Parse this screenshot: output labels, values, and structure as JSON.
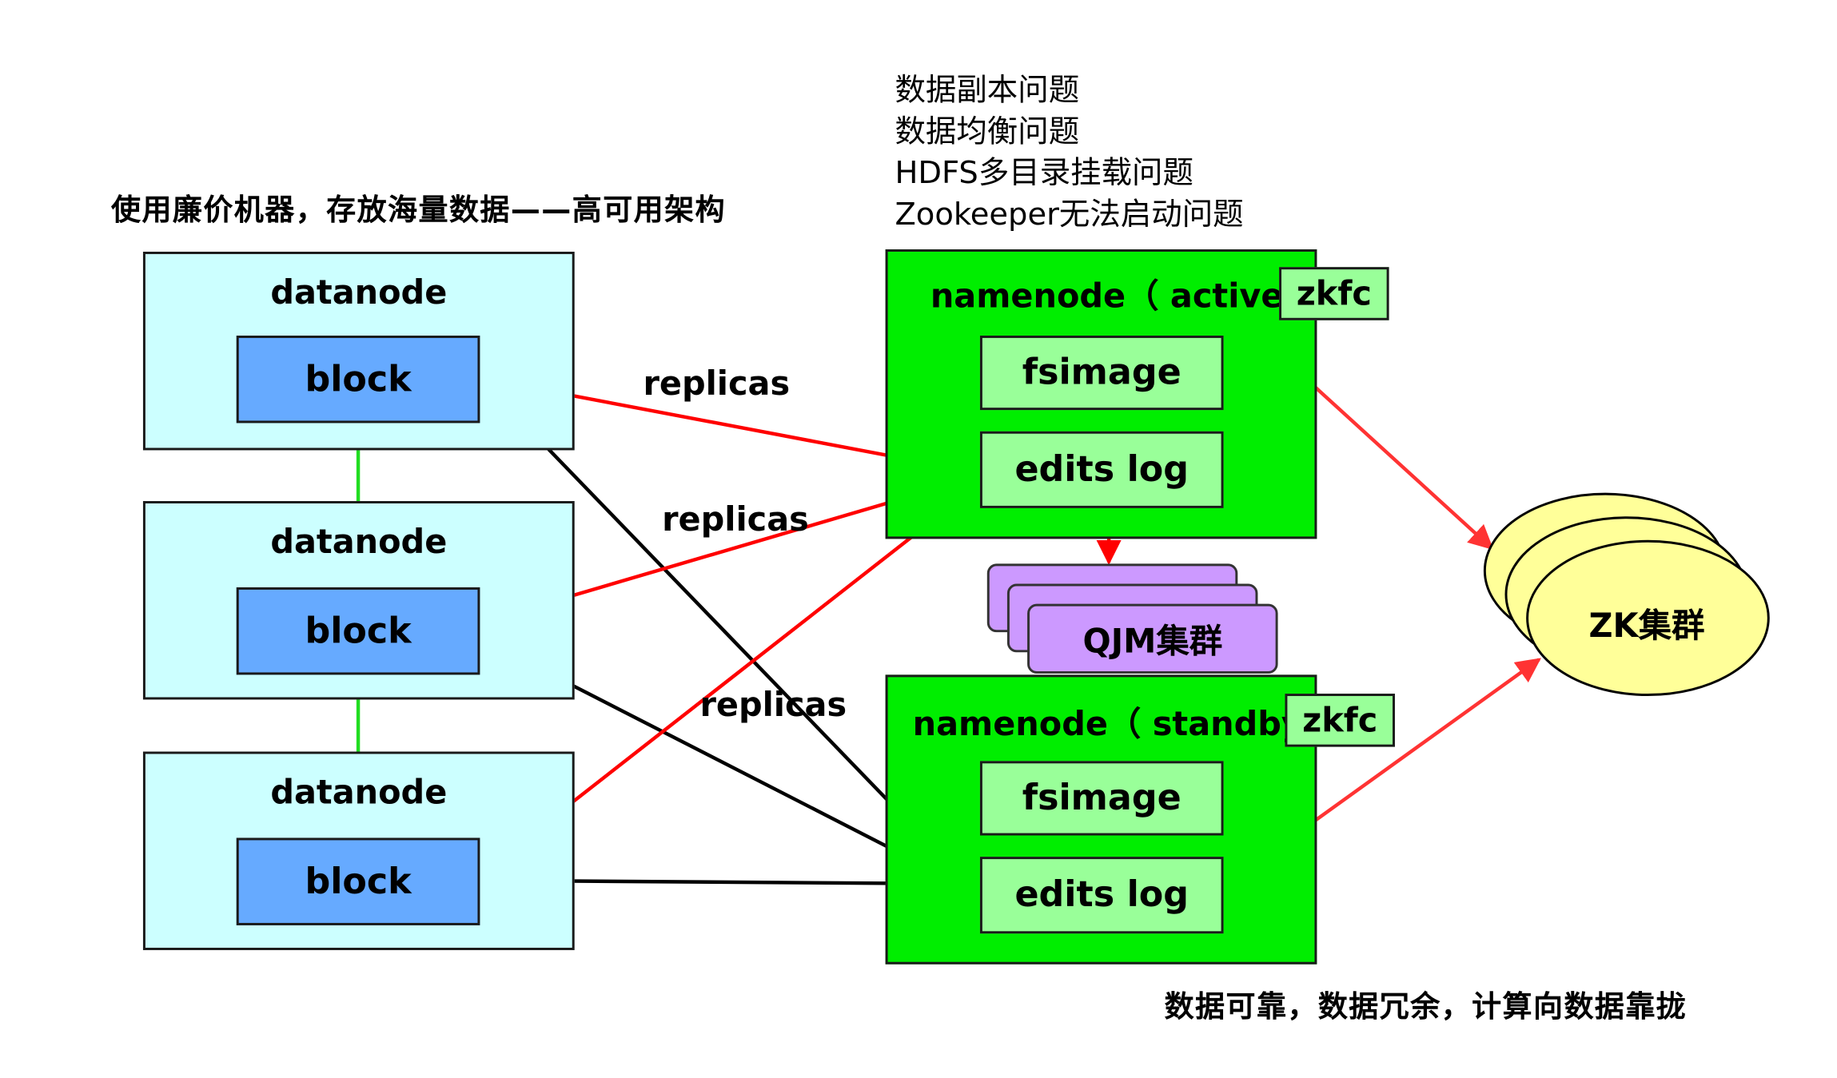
{
  "notes": {
    "left_caption": "使用廉价机器，存放海量数据——高可用架构",
    "issues": [
      "数据副本问题",
      "数据均衡问题",
      "HDFS多目录挂载问题",
      "Zookeeper无法启动问题"
    ],
    "bottom_caption": "数据可靠，数据冗余，计算向数据靠拢"
  },
  "datanodes": [
    {
      "label": "datanode",
      "block": "block"
    },
    {
      "label": "datanode",
      "block": "block"
    },
    {
      "label": "datanode",
      "block": "block"
    }
  ],
  "edge_labels": [
    "replicas",
    "replicas",
    "replicas"
  ],
  "namenode_active": {
    "label": "namenode（ active ）",
    "zkfc": "zkfc",
    "fsimage": "fsimage",
    "edits": "edits log"
  },
  "namenode_standby": {
    "label": "namenode（ standby ）",
    "zkfc": "zkfc",
    "fsimage": "fsimage",
    "edits": "edits log"
  },
  "qjm": {
    "label": "QJM集群"
  },
  "zk": {
    "label": "ZK集群"
  },
  "colors": {
    "datanode_bg": "#ccffff",
    "block_bg": "#66aaff",
    "namenode_bg": "#00ee00",
    "inner_bg": "#99ff99",
    "qjm_bg": "#cc99ff",
    "zk_bg": "#ffff99",
    "replica_arrow": "#ff0000",
    "log_arrow": "#000000",
    "pipeline_arrow": "#00ee00"
  }
}
